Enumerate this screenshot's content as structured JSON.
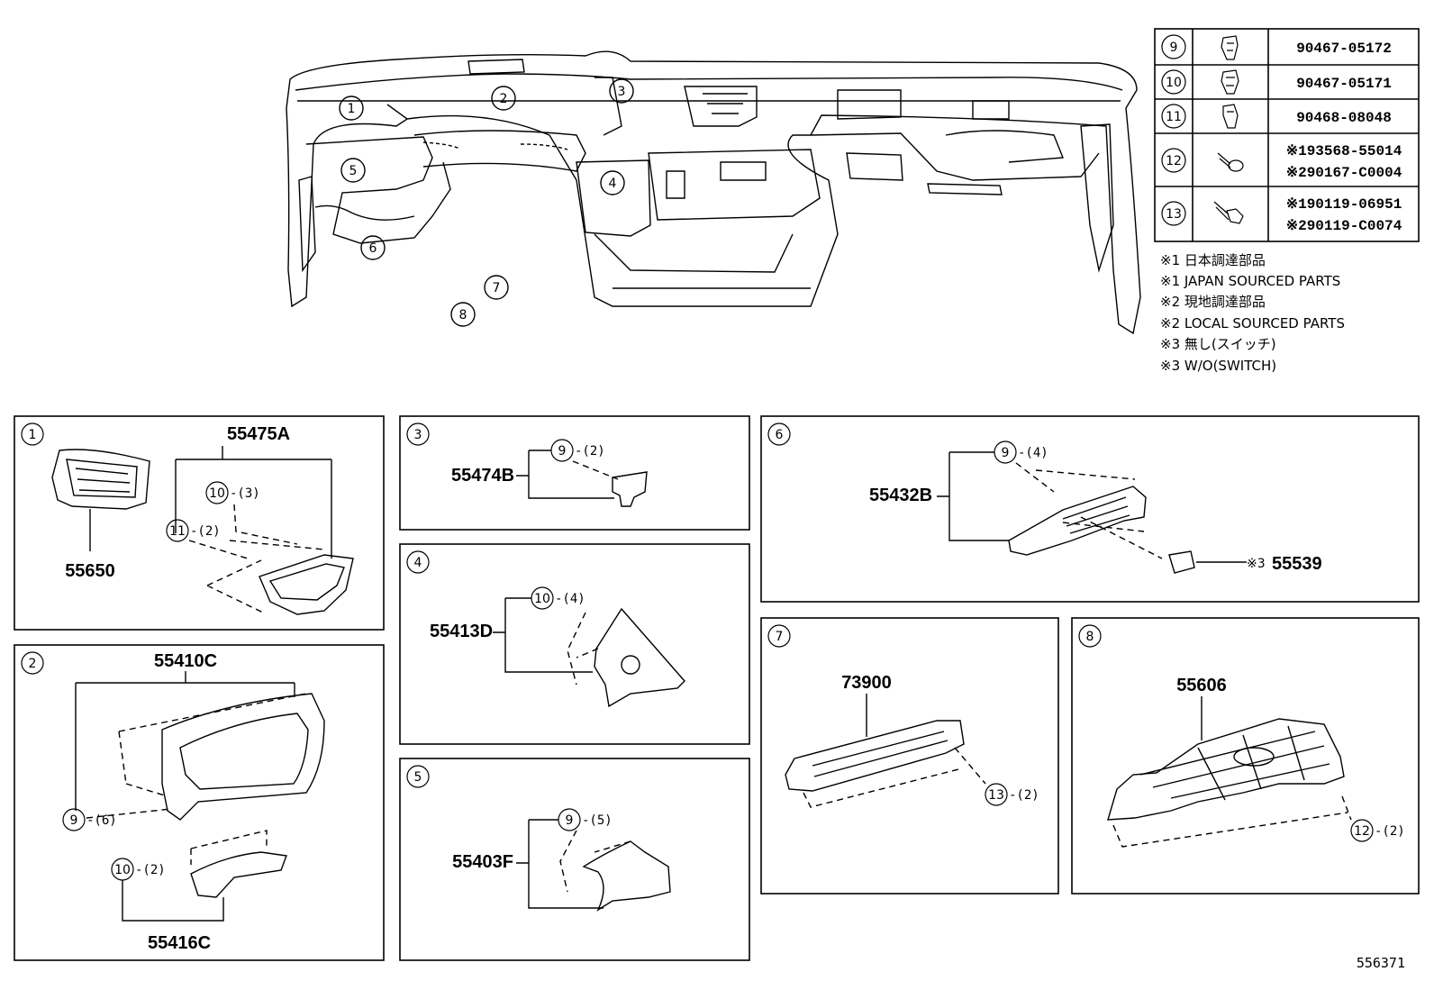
{
  "fastener_table": [
    {
      "callout": "9",
      "icon": "clip-icon",
      "part_lines": [
        "90467-05172"
      ]
    },
    {
      "callout": "10",
      "icon": "clip-icon",
      "part_lines": [
        "90467-05171"
      ]
    },
    {
      "callout": "11",
      "icon": "clip-icon",
      "part_lines": [
        "90468-08048"
      ]
    },
    {
      "callout": "12",
      "icon": "screw-icon",
      "part_lines": [
        "※193568-55014",
        "※290167-C0004"
      ]
    },
    {
      "callout": "13",
      "icon": "bolt-icon",
      "part_lines": [
        "※190119-06951",
        "※290119-C0074"
      ]
    }
  ],
  "notes": [
    "※1 日本調達部品",
    "※1 JAPAN SOURCED PARTS",
    "※2 現地調達部品",
    "※2 LOCAL SOURCED PARTS",
    "※3 無し(スイッチ)",
    "※3 W/O(SWITCH)"
  ],
  "overview_callouts": [
    "1",
    "2",
    "3",
    "4",
    "5",
    "6",
    "7",
    "8"
  ],
  "panels": {
    "p1": {
      "index": "1",
      "parts": [
        "55475A",
        "55650"
      ],
      "fasteners": [
        {
          "callout": "10",
          "qty": "-(3)"
        },
        {
          "callout": "11",
          "qty": "-(2)"
        }
      ]
    },
    "p2": {
      "index": "2",
      "parts": [
        "55410C",
        "55416C"
      ],
      "fasteners": [
        {
          "callout": "9",
          "qty": "-(6)"
        },
        {
          "callout": "10",
          "qty": "-(2)"
        }
      ]
    },
    "p3": {
      "index": "3",
      "parts": [
        "55474B"
      ],
      "fasteners": [
        {
          "callout": "9",
          "qty": "-(2)"
        }
      ]
    },
    "p4": {
      "index": "4",
      "parts": [
        "55413D"
      ],
      "fasteners": [
        {
          "callout": "10",
          "qty": "-(4)"
        }
      ]
    },
    "p5": {
      "index": "5",
      "parts": [
        "55403F"
      ],
      "fasteners": [
        {
          "callout": "9",
          "qty": "-(5)"
        }
      ]
    },
    "p6": {
      "index": "6",
      "parts": [
        "55432B",
        "55539"
      ],
      "prefix_55539": "※3",
      "fasteners": [
        {
          "callout": "9",
          "qty": "-(4)"
        }
      ]
    },
    "p7": {
      "index": "7",
      "parts": [
        "73900"
      ],
      "fasteners": [
        {
          "callout": "13",
          "qty": "-(2)"
        }
      ]
    },
    "p8": {
      "index": "8",
      "parts": [
        "55606"
      ],
      "fasteners": [
        {
          "callout": "12",
          "qty": "-(2)"
        }
      ]
    }
  },
  "diagram_ref": "556371"
}
